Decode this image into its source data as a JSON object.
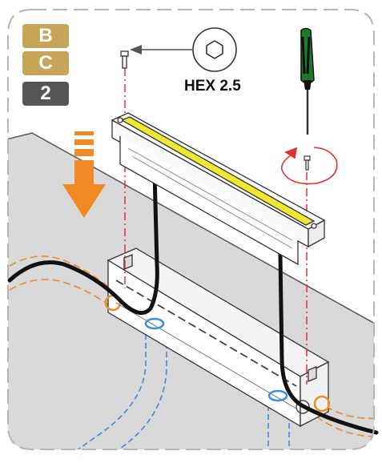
{
  "steps": {
    "first": "B",
    "second": "C",
    "third": "2"
  },
  "tool": {
    "label": "HEX 2.5",
    "icon": "hex-socket-icon"
  },
  "icons": {
    "screwdriver": "screwdriver-icon",
    "rotation": "clockwise-rotation-icon",
    "down_arrow": "down-arrow-icon",
    "screw": "screw-icon"
  },
  "colors": {
    "step_gold": "#c7a558",
    "step_grey": "#555555",
    "arrow_orange": "#f08a24",
    "led_yellow": "#f0e830",
    "guide_red": "#e53030",
    "pipe_blue": "#3a8ee8",
    "cable_black": "#111111",
    "floor_grey": "#d9d9d9"
  }
}
